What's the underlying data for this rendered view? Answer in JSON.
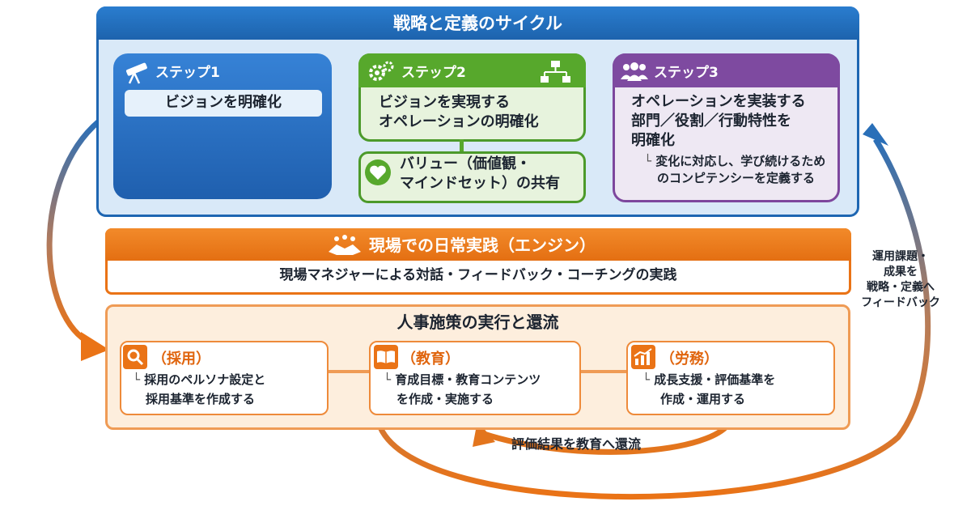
{
  "strategy": {
    "title": "戦略と定義のサイクル",
    "step1": {
      "label": "ステップ1",
      "text": "ビジョンを明確化"
    },
    "step2": {
      "label": "ステップ2",
      "line1": "ビジョンを実現する",
      "line2": "オペレーションの明確化"
    },
    "value": {
      "line1": "バリュー（価値観・",
      "line2": "マインドセット）の共有"
    },
    "step3": {
      "label": "ステップ3",
      "line1": "オペレーションを実装する",
      "line2": "部門／役割／行動特性を",
      "line3": "明確化",
      "sub1": "変化に対応し、学び続けるため",
      "sub2": "のコンピテンシーを定義する"
    }
  },
  "engine": {
    "title": "現場での日常実践（エンジン）",
    "text": "現場マネジャーによる対話・フィードバック・コーチングの実践"
  },
  "hr": {
    "title": "人事施策の実行と還流",
    "cards": [
      {
        "title": "（採用）",
        "line1": "採用のペルソナ設定と",
        "line2": "採用基準を作成する"
      },
      {
        "title": "（教育）",
        "line1": "育成目標・教育コンテンツ",
        "line2": "を作成・実施する"
      },
      {
        "title": "（労務）",
        "line1": "成長支援・評価基準を",
        "line2": "作成・運用する"
      }
    ]
  },
  "feedback": {
    "evaluation": "評価結果を教育へ還流",
    "line1": "運用課題・",
    "line2": "成果を",
    "line3": "戦略・定義へ",
    "line4": "フィードバック"
  },
  "colors": {
    "blue": "#1e66b2",
    "green": "#57a82c",
    "purple": "#7e4aa0",
    "orange": "#ea7316",
    "teal": "#3d8fa8"
  },
  "icons": [
    "telescope-icon",
    "gear-icon",
    "flowchart-icon",
    "heart-icon",
    "people-icon",
    "handshake-icon",
    "magnifier-icon",
    "book-icon",
    "bar-chart-icon"
  ]
}
